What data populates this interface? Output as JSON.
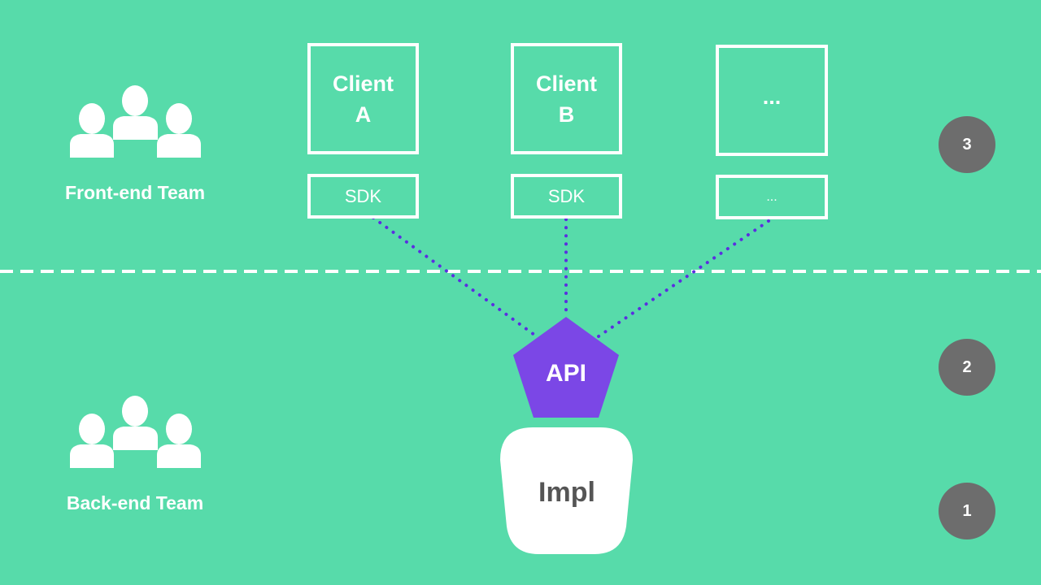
{
  "teams": {
    "front_end": "Front-end Team",
    "back_end": "Back-end Team"
  },
  "clients": [
    {
      "line1": "Client",
      "line2": "A",
      "sdk": "SDK"
    },
    {
      "line1": "Client",
      "line2": "B",
      "sdk": "SDK"
    },
    {
      "line1": "...",
      "line2": "",
      "sdk": "..."
    }
  ],
  "api": {
    "label": "API",
    "color": "#7b47e6"
  },
  "impl": {
    "label": "Impl"
  },
  "steps": [
    "3",
    "2",
    "1"
  ],
  "colors": {
    "background": "#57dbaa",
    "badge": "#6d6d6d",
    "connector": "#5b2ee0"
  }
}
